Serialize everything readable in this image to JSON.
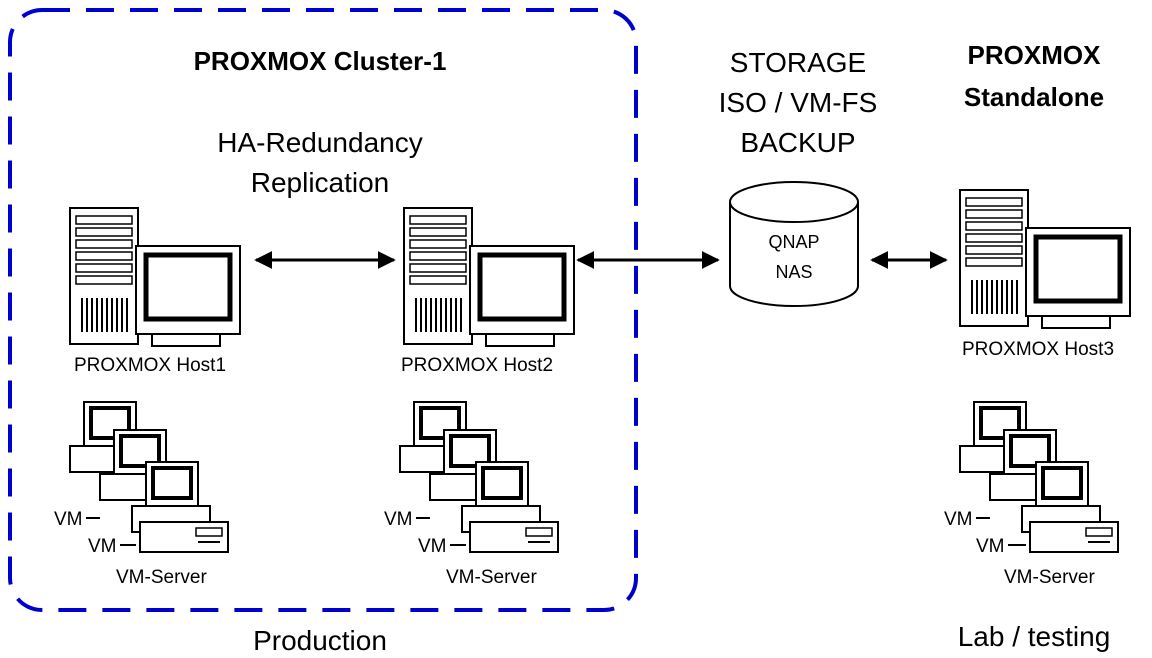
{
  "cluster": {
    "title": "PROXMOX Cluster-1",
    "features": [
      "HA-Redundancy",
      "Replication"
    ],
    "footer": "Production",
    "border_color": "#0000cc"
  },
  "storage": {
    "lines": [
      "STORAGE",
      "ISO / VM-FS",
      "BACKUP"
    ],
    "device_lines": [
      "QNAP",
      "NAS"
    ]
  },
  "standalone": {
    "title_lines": [
      "PROXMOX",
      "Standalone"
    ],
    "footer": "Lab / testing"
  },
  "hosts": [
    {
      "label": "PROXMOX Host1"
    },
    {
      "label": "PROXMOX Host2"
    },
    {
      "label": "PROXMOX Host3"
    }
  ],
  "vm_groups": [
    {
      "vm_labels": [
        "VM",
        "VM"
      ],
      "server_label": "VM-Server"
    },
    {
      "vm_labels": [
        "VM",
        "VM"
      ],
      "server_label": "VM-Server"
    },
    {
      "vm_labels": [
        "VM",
        "VM"
      ],
      "server_label": "VM-Server"
    }
  ],
  "icons": {
    "host": "server-tower-with-monitor-icon",
    "vm": "stacked-computers-icon",
    "nas": "storage-cylinder-icon",
    "link": "double-arrow-icon"
  }
}
